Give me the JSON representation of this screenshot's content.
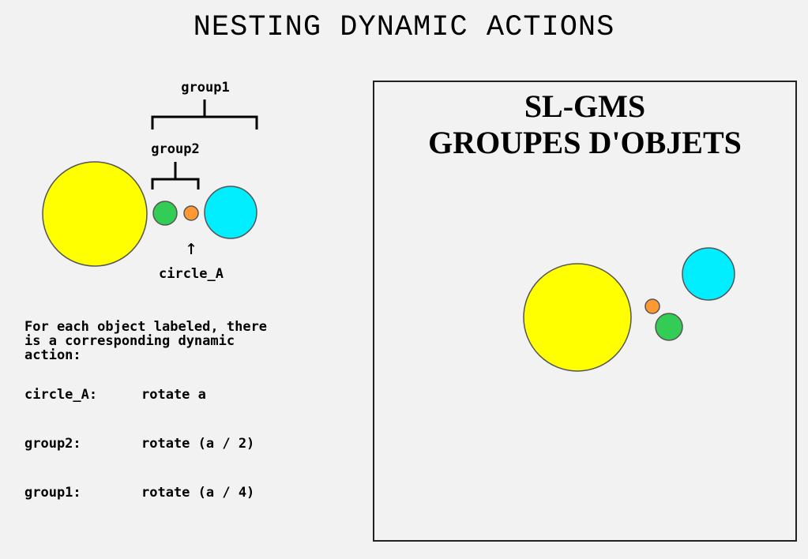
{
  "page": {
    "title": "NESTING DYNAMIC ACTIONS"
  },
  "diagram": {
    "group1_label": "group1",
    "group2_label": "group2",
    "circle_a_label": "circle_A",
    "arrow_glyph": "↑"
  },
  "explanation": {
    "text": "For each object labeled, there\nis a corresponding dynamic\naction:"
  },
  "actions": [
    {
      "label": "circle_A:",
      "action": "rotate a"
    },
    {
      "label": "group2:",
      "action": "rotate (a / 2)"
    },
    {
      "label": "group1:",
      "action": "rotate (a / 4)"
    }
  ],
  "panel": {
    "title_line1": "SL-GMS",
    "title_line2": "GROUPES D'OBJETS"
  },
  "colors": {
    "yellow": "#ffff00",
    "green": "#33cc55",
    "orange": "#ff9933",
    "cyan": "#00eeff",
    "background": "#f2f2f2"
  }
}
